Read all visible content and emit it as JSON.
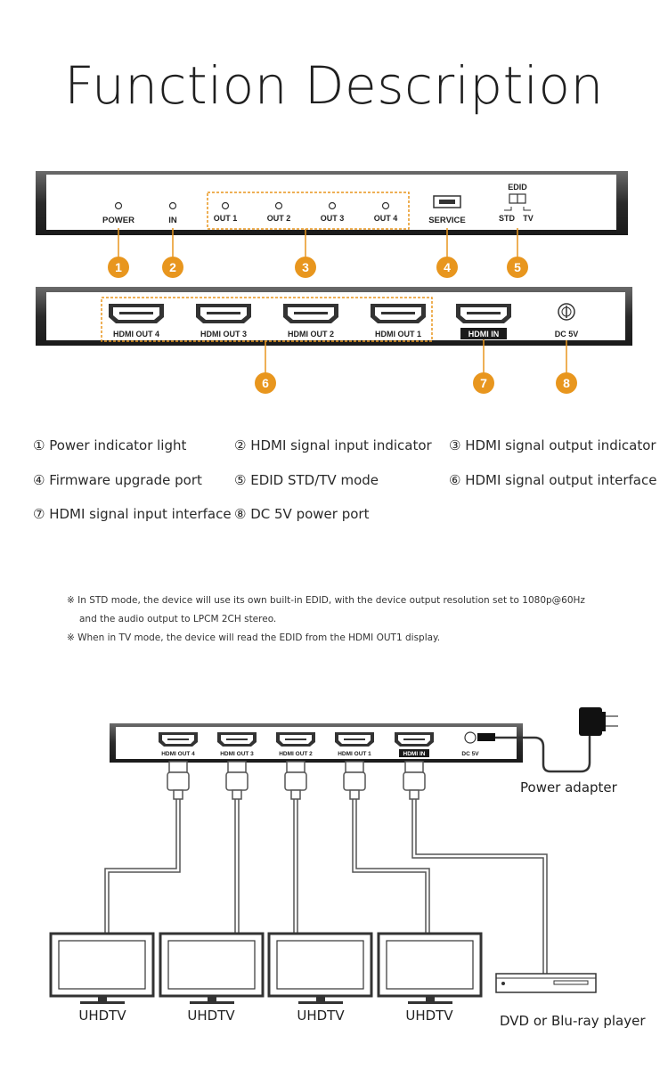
{
  "title": "Function Description",
  "front_panel": {
    "leds": [
      "POWER",
      "IN",
      "OUT 1",
      "OUT 2",
      "OUT 3",
      "OUT 4"
    ],
    "service": "SERVICE",
    "edid": {
      "label": "EDID",
      "std": "STD",
      "tv": "TV"
    }
  },
  "back_panel": {
    "outputs": [
      "HDMI OUT 4",
      "HDMI OUT 3",
      "HDMI OUT 2",
      "HDMI OUT 1"
    ],
    "input": "HDMI IN",
    "power": "DC 5V"
  },
  "callouts": [
    "1",
    "2",
    "3",
    "4",
    "5",
    "6",
    "7",
    "8"
  ],
  "legend": [
    "① Power indicator light",
    "② HDMI signal input indicator",
    "③ HDMI signal output indicator",
    "④ Firmware upgrade port",
    "⑤ EDID STD/TV mode",
    "⑥ HDMI signal output interface",
    "⑦ HDMI signal input interface",
    "⑧ DC 5V power port"
  ],
  "notes": [
    "※ In STD mode, the device will use its own built-in EDID, with the device output resolution set to 1080p@60Hz",
    "and the audio output to LPCM 2CH stereo.",
    "※ When in TV mode, the device will read the EDID from the HDMI OUT1 display."
  ],
  "connection": {
    "outputs": [
      "HDMI OUT 4",
      "HDMI OUT 3",
      "HDMI OUT 2",
      "HDMI OUT 1"
    ],
    "input": "HDMI IN",
    "power": "DC 5V",
    "power_adapter": "Power adapter",
    "displays": [
      "UHDTV",
      "UHDTV",
      "UHDTV",
      "UHDTV"
    ],
    "source": "DVD or Blu-ray player"
  },
  "colors": {
    "accent": "#e8961e",
    "dashed": "#e8961e",
    "panel": "#2d2d2d",
    "cable": "#555555"
  }
}
